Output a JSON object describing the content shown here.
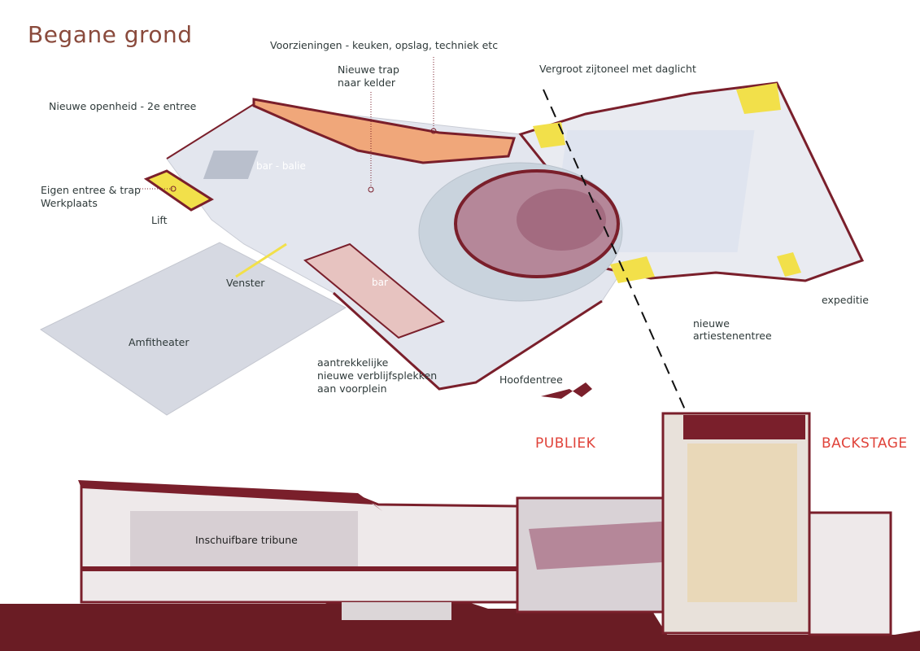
{
  "title": "Begane grond",
  "labels": {
    "voorzieningen": "Voorzieningen - keuken, opslag, techniek etc",
    "trap_line1": "Nieuwe trap",
    "trap_line2": "naar kelder",
    "zijtoneel": "Vergroot zijtoneel met daglicht",
    "openheid": "Nieuwe openheid - 2e entree",
    "eigen_line1": "Eigen entree & trap",
    "eigen_line2": "Werkplaats",
    "lift": "Lift",
    "venster": "Venster",
    "amfitheater": "Amfitheater",
    "bar_balie": "bar - balie",
    "bar": "bar",
    "verblijf_line1": "aantrekkelijke",
    "verblijf_line2": "nieuwe verblijfsplekken",
    "verblijf_line3": "aan voorplein",
    "hoofdentree": "Hoofdentree",
    "expeditie": "expeditie",
    "artiesten_line1": "nieuwe",
    "artiesten_line2": "artiestenentree",
    "tribune": "Inschuifbare tribune"
  },
  "zones": {
    "publiek": "PUBLIEK",
    "backstage": "BACKSTAGE"
  },
  "colors": {
    "wall": "#7a1f2b",
    "floor": "#dde0e8",
    "orange": "#f0a77a",
    "yellow": "#f2e04a",
    "title": "#8a4a3c",
    "zone": "#e0433a",
    "people": "#f2b92e"
  }
}
